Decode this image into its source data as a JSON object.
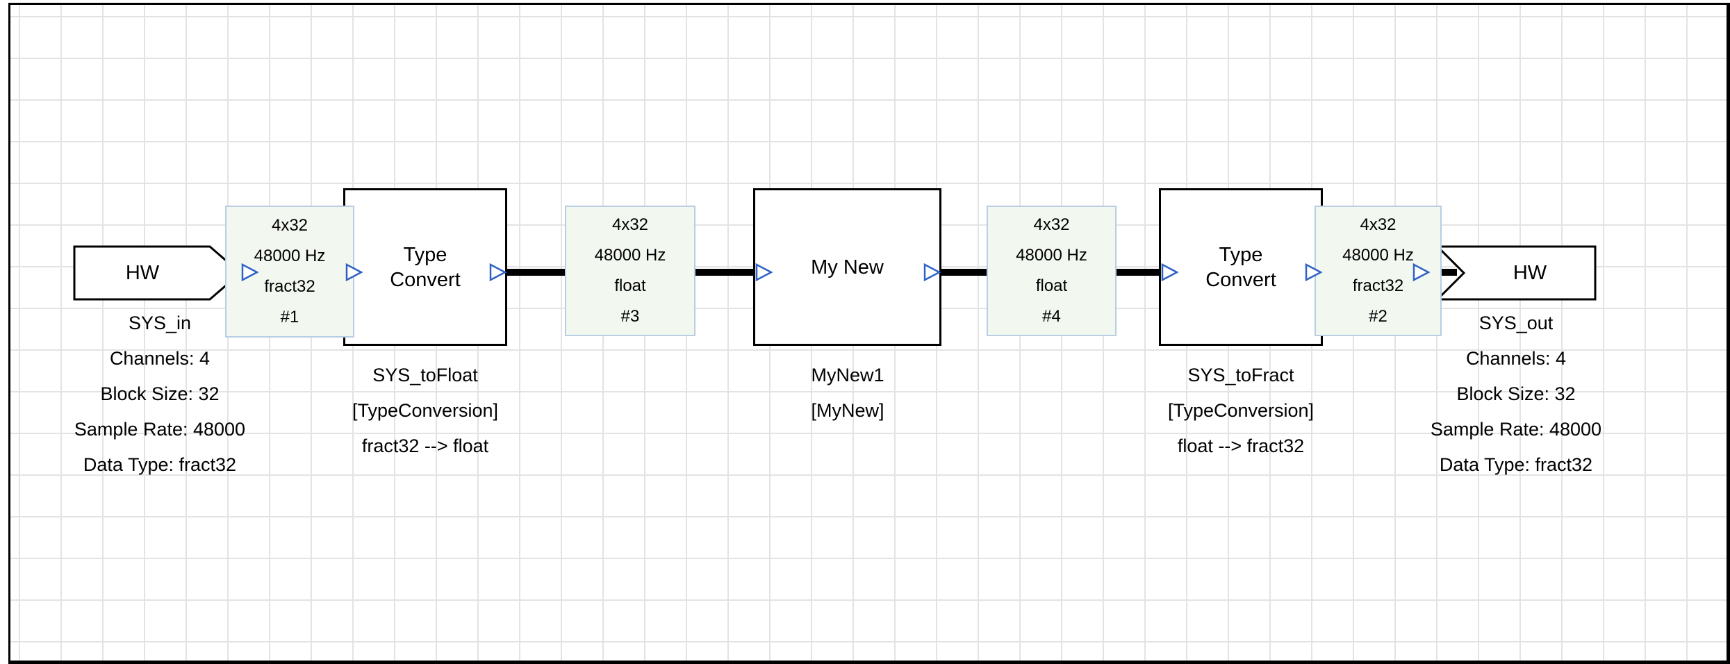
{
  "nodes": {
    "sys_in": {
      "title": "HW",
      "name": "SYS_in",
      "props": [
        "Channels: 4",
        "Block Size: 32",
        "Sample Rate: 48000",
        "Data Type: fract32"
      ]
    },
    "sys_to_float": {
      "title": [
        "Type",
        "Convert"
      ],
      "name": "SYS_toFloat",
      "type": "[TypeConversion]",
      "conversion": "fract32 --> float"
    },
    "my_new1": {
      "title": "My New",
      "name": "MyNew1",
      "type": "[MyNew]"
    },
    "sys_to_fract": {
      "title": [
        "Type",
        "Convert"
      ],
      "name": "SYS_toFract",
      "type": "[TypeConversion]",
      "conversion": "float --> fract32"
    },
    "sys_out": {
      "title": "HW",
      "name": "SYS_out",
      "props": [
        "Channels: 4",
        "Block Size: 32",
        "Sample Rate: 48000",
        "Data Type: fract32"
      ]
    }
  },
  "wires": [
    {
      "channels": "4x32",
      "rate": "48000 Hz",
      "dtype": "fract32",
      "id": "#1"
    },
    {
      "channels": "4x32",
      "rate": "48000 Hz",
      "dtype": "float",
      "id": "#3"
    },
    {
      "channels": "4x32",
      "rate": "48000 Hz",
      "dtype": "float",
      "id": "#4"
    },
    {
      "channels": "4x32",
      "rate": "48000 Hz",
      "dtype": "fract32",
      "id": "#2"
    }
  ],
  "colors": {
    "wire_box_bg": "#f2f8f0",
    "wire_box_border": "#b9cde3",
    "pin_blue": "#2f62c4",
    "grid_line": "#e3e3e3",
    "wire_black": "#000000"
  }
}
